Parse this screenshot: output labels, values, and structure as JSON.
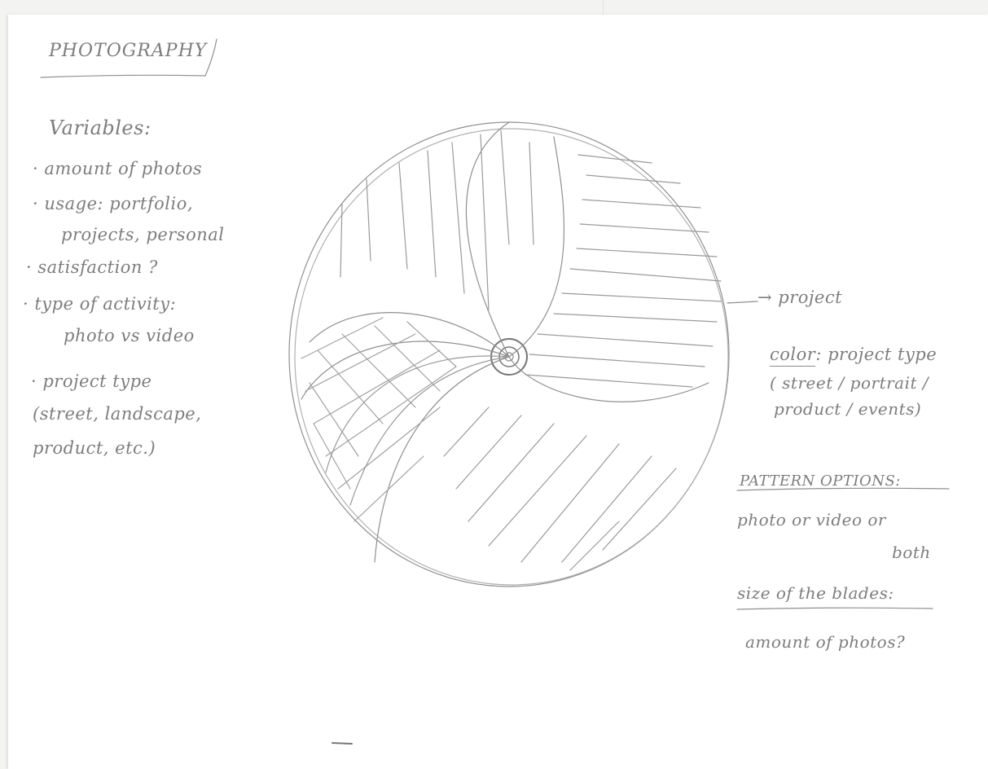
{
  "title": "PHOTOGRAPHY",
  "variables": {
    "heading": "Variables:",
    "items": [
      "· amount of photos",
      "· usage: portfolio,",
      "projects, personal",
      "· satisfaction ?",
      "· type of activity:",
      "photo vs video",
      "· project type",
      "(street, landscape,",
      "product, etc.)"
    ]
  },
  "annotations": {
    "arrow_label": "→ project",
    "color_label": "color",
    "color_text": ": project type",
    "color_detail_1": "( street / portrait /",
    "color_detail_2": "product / events)",
    "pattern_heading": "PATTERN OPTIONS:",
    "pattern_text_1": "photo or video or",
    "pattern_text_2": "both",
    "size_heading": "size of the blades:",
    "size_text": "amount of photos?"
  },
  "colors": {
    "pencil": "#7d7d7d",
    "paper": "#ffffff",
    "background": "#f3f3f1"
  }
}
